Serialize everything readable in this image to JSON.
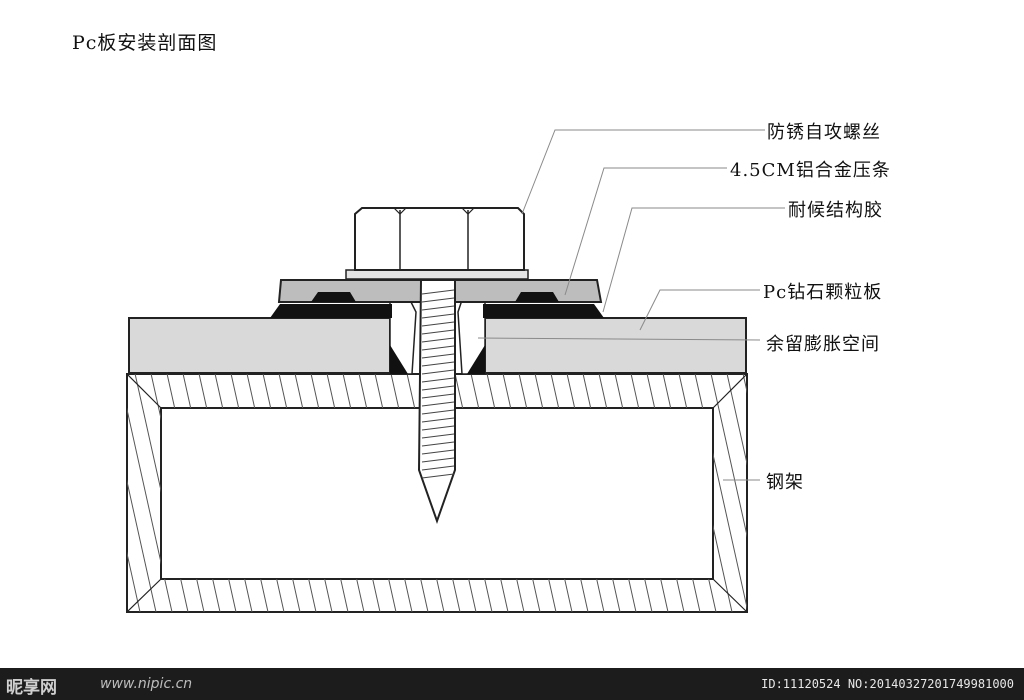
{
  "title": "Pc板安装剖面图",
  "labels": {
    "screw": "防锈自攻螺丝",
    "strip": "4.5CM铝合金压条",
    "glue": "耐候结构胶",
    "board": "Pc钻石颗粒板",
    "gap": "余留膨胀空间",
    "frame": "钢架"
  },
  "footer": {
    "logo": "昵享网",
    "site": "www.nipic.cn",
    "id_line": "ID:11120524 NO:20140327201749981000"
  },
  "colors": {
    "line": "#222222",
    "board_fill": "#d9d9d9",
    "strip_fill": "#bdbdbd",
    "seal_fill": "#111111",
    "leader": "#8a8a8a"
  }
}
